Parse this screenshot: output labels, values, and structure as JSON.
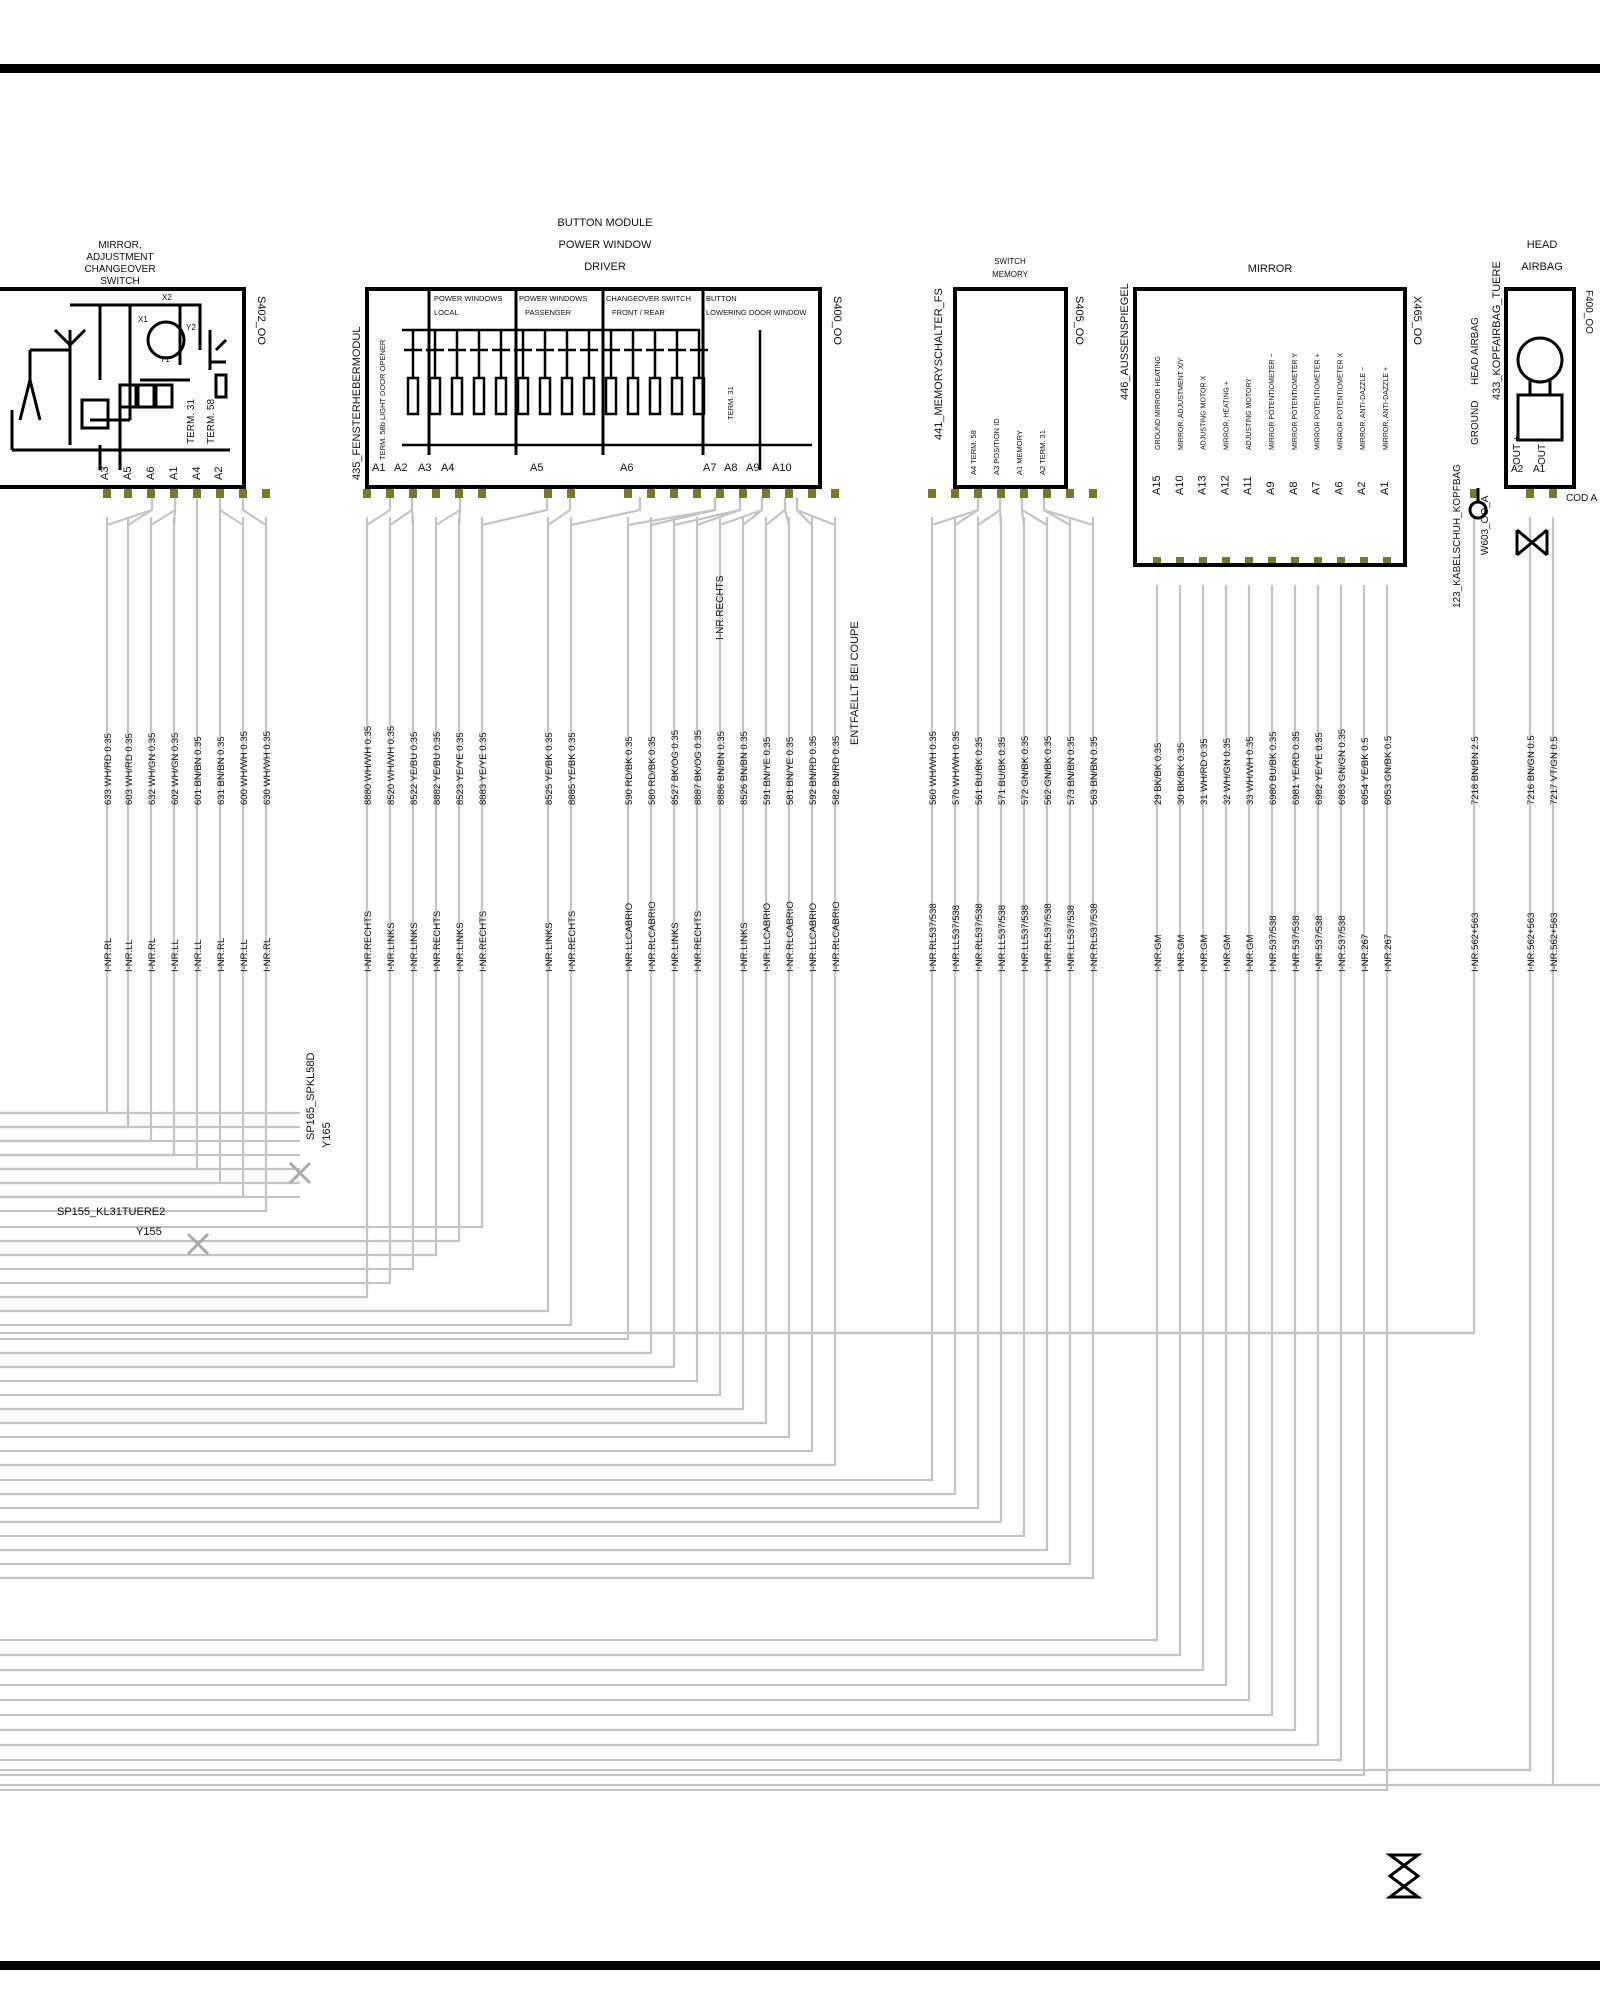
{
  "connectors": {
    "s402": {
      "title_lines": [
        "MIRROR,",
        "ADJUSTMENT",
        "CHANGEOVER",
        "SWITCH"
      ],
      "code": "S402_OO",
      "inner_labels": [
        "TERM. 31",
        "TERM. 58"
      ],
      "pins": [
        "A3",
        "A5",
        "A6",
        "A1",
        "A4",
        "A2"
      ],
      "internal_marks": [
        "X2",
        "X1",
        "Y2",
        "Y1"
      ]
    },
    "s400": {
      "title_lines": [
        "BUTTON MODULE",
        "POWER WINDOW",
        "DRIVER"
      ],
      "side_label": "435_FENSTERHEBERMODUL",
      "code": "S400_OO",
      "inner_label": "TERM. 58b LIGHT DOOR OPENER",
      "term_label": "TERM. 31",
      "sections": [
        [
          "POWER WINDOWS",
          "LOCAL"
        ],
        [
          "POWER WINDOWS",
          "PASSENGER"
        ],
        [
          "CHANGEOVER SWITCH",
          "FRONT / REAR"
        ],
        [
          "BUTTON",
          "LOWERING DOOR WINDOW"
        ]
      ],
      "pins": [
        "A1",
        "A2",
        "A3",
        "A4",
        "A5",
        "A6",
        "A7",
        "A8",
        "A9",
        "A10"
      ]
    },
    "s405": {
      "title_lines": [
        "SWITCH",
        "MEMORY"
      ],
      "side_label": "441_MEMORYSCHALTER_FS",
      "code": "S405_OO",
      "rows": [
        "A4 TERM. 58",
        "A3 POSITION ID",
        "A1 MEMORY",
        "A2 TERM. 31"
      ]
    },
    "x465": {
      "title": "MIRROR",
      "side_label": "446_AUSSENSPIEGEL",
      "code": "X465_OO",
      "rows": [
        {
          "pin": "A15",
          "label": "GROUND MIRROR HEATING"
        },
        {
          "pin": "A10",
          "label": "MIRROR, ADJUSTMENT X/Y"
        },
        {
          "pin": "A13",
          "label": "ADJUSTING MOTOR X"
        },
        {
          "pin": "A12",
          "label": "MIRROR, HEATING +"
        },
        {
          "pin": "A11",
          "label": "ADJUSTING MOTORY"
        },
        {
          "pin": "A9",
          "label": "MIRROR POTENTIOMETER −"
        },
        {
          "pin": "A8",
          "label": "MIRROR POTENTIOMETER Y"
        },
        {
          "pin": "A7",
          "label": "MIRROR POTENTIOMETER +"
        },
        {
          "pin": "A6",
          "label": "MIRROR POTENTIOMETER X"
        },
        {
          "pin": "A2",
          "label": "MIRROR, ANTI-DAZZLE −"
        },
        {
          "pin": "A1",
          "label": "MIRROR, ANTI-DAZZLE +"
        }
      ]
    },
    "f400": {
      "title_lines": [
        "HEAD",
        "AIRBAG"
      ],
      "side_label": "433_KOPFAIRBAG_TUERE",
      "code": "F400_OO",
      "labels": [
        "GROUND",
        "HEAD AIRBAG"
      ],
      "out_labels": [
        "OUT +",
        "OUT -"
      ],
      "pins": [
        "A2",
        "A1"
      ],
      "cod_label": "COD A"
    },
    "w603": {
      "label": "123_KABELSCHUH_KOPFBAG",
      "code": "W603_OO_A"
    }
  },
  "annotations": {
    "entfaellt": "ENTFAELLT BEI COUPE",
    "nr_rechts": "I-NR.RECHTS",
    "sp165_name": "SP165_SPKL58D",
    "sp165_code": "Y165",
    "sp155_name": "SP155_KL31TUERE2",
    "sp155_code": "Y155"
  },
  "wires": [
    {
      "id": "633 WH/RD 0.35",
      "nr": "I-NR.RL"
    },
    {
      "id": "603 WH/RD 0.35",
      "nr": "I-NR.LL"
    },
    {
      "id": "632 WH/GN 0.35",
      "nr": "I-NR.RL"
    },
    {
      "id": "602 WH/GN 0.35",
      "nr": "I-NR.LL"
    },
    {
      "id": "601 BN/BN 0.35",
      "nr": "I-NR.LL"
    },
    {
      "id": "631 BN/BN 0.35",
      "nr": "I-NR.RL"
    },
    {
      "id": "600 WH/WH 0.35",
      "nr": "I-NR.LL"
    },
    {
      "id": "630 WH/WH 0.35",
      "nr": "I-NR.RL"
    },
    {
      "id": "8880 WH/WH 0.35",
      "nr": "I-NR.RECHTS"
    },
    {
      "id": "8520 WH/WH 0.35",
      "nr": "I-NR.LINKS"
    },
    {
      "id": "8522 YE/BU 0.35",
      "nr": "I-NR.LINKS"
    },
    {
      "id": "8882 YE/BU 0.35",
      "nr": "I-NR.RECHTS"
    },
    {
      "id": "8523 YE/YE 0.35",
      "nr": "I-NR.LINKS"
    },
    {
      "id": "8883 YE/YE 0.35",
      "nr": "I-NR.RECHTS"
    },
    {
      "id": "8525 YE/BK 0.35",
      "nr": "I-NR.LINKS"
    },
    {
      "id": "8885 YE/BK 0.35",
      "nr": "I-NR.RECHTS"
    },
    {
      "id": "590 RD/BK 0.35",
      "nr": "I-NR.LLCABRIO"
    },
    {
      "id": "580 RD/BK 0.35",
      "nr": "I-NR.RLCABRIO"
    },
    {
      "id": "8527 BK/OG 0.35",
      "nr": "I-NR.LINKS"
    },
    {
      "id": "8887 BK/OG 0.35",
      "nr": "I-NR.RECHTS"
    },
    {
      "id": "8886 BN/BN 0.35",
      "nr": ""
    },
    {
      "id": "8526 BN/BN 0.35",
      "nr": "I-NR.LINKS"
    },
    {
      "id": "591 BN/YE 0.35",
      "nr": "I-NR.LLCABRIO"
    },
    {
      "id": "581 BN/YE 0.35",
      "nr": "I-NR.RLCABRIO"
    },
    {
      "id": "592 BN/RD 0.35",
      "nr": "I-NR.LLCABRIO"
    },
    {
      "id": "582 BN/RD 0.35",
      "nr": "I-NR.RLCABRIO"
    },
    {
      "id": "560 WH/WH 0.35",
      "nr": "I-NR.RL537/538"
    },
    {
      "id": "570 WH/WH 0.35",
      "nr": "I-NR.LL537/538"
    },
    {
      "id": "561 BU/BK 0.35",
      "nr": "I-NR.RL537/538"
    },
    {
      "id": "571 BU/BK 0.35",
      "nr": "I-NR.LL537/538"
    },
    {
      "id": "572 GN/BK 0.35",
      "nr": "I-NR.LL537/538"
    },
    {
      "id": "562 GN/BK 0.35",
      "nr": "I-NR.RL537/538"
    },
    {
      "id": "573 BN/BN 0.35",
      "nr": "I-NR.LL537/538"
    },
    {
      "id": "563 BN/BN 0.35",
      "nr": "I-NR.RL537/538"
    },
    {
      "id": "29 BK/BK 0.35",
      "nr": "I-NR.GM"
    },
    {
      "id": "30 BK/BK 0.35",
      "nr": "I-NR.GM"
    },
    {
      "id": "31 WH/RD 0.35",
      "nr": "I-NR.GM"
    },
    {
      "id": "32 WH/GN 0.35",
      "nr": "I-NR.GM"
    },
    {
      "id": "33 WH/WH 0.35",
      "nr": "I-NR.GM"
    },
    {
      "id": "6980 BU/BK 0.35",
      "nr": "I-NR.537/538"
    },
    {
      "id": "6981 YE/RD 0.35",
      "nr": "I-NR.537/538"
    },
    {
      "id": "6982 YE/YE 0.35",
      "nr": "I-NR.537/538"
    },
    {
      "id": "6983 GN/GN 0.35",
      "nr": "I-NR.537/538"
    },
    {
      "id": "6054 YE/BK 0.5",
      "nr": "I-NR.267"
    },
    {
      "id": "6053 GN/BK 0.5",
      "nr": "I-NR.267"
    },
    {
      "id": "7218 BN/BN 2.5",
      "nr": "I-NR.562+563"
    },
    {
      "id": "7216 BN/GN 0.5",
      "nr": "I-NR.562+563"
    },
    {
      "id": "7217 VT/GN 0.5",
      "nr": "I-NR.562+563"
    }
  ],
  "colors": {
    "wire": "#c4c4c4",
    "box": "#000000",
    "pin": "#7a7a1e"
  }
}
